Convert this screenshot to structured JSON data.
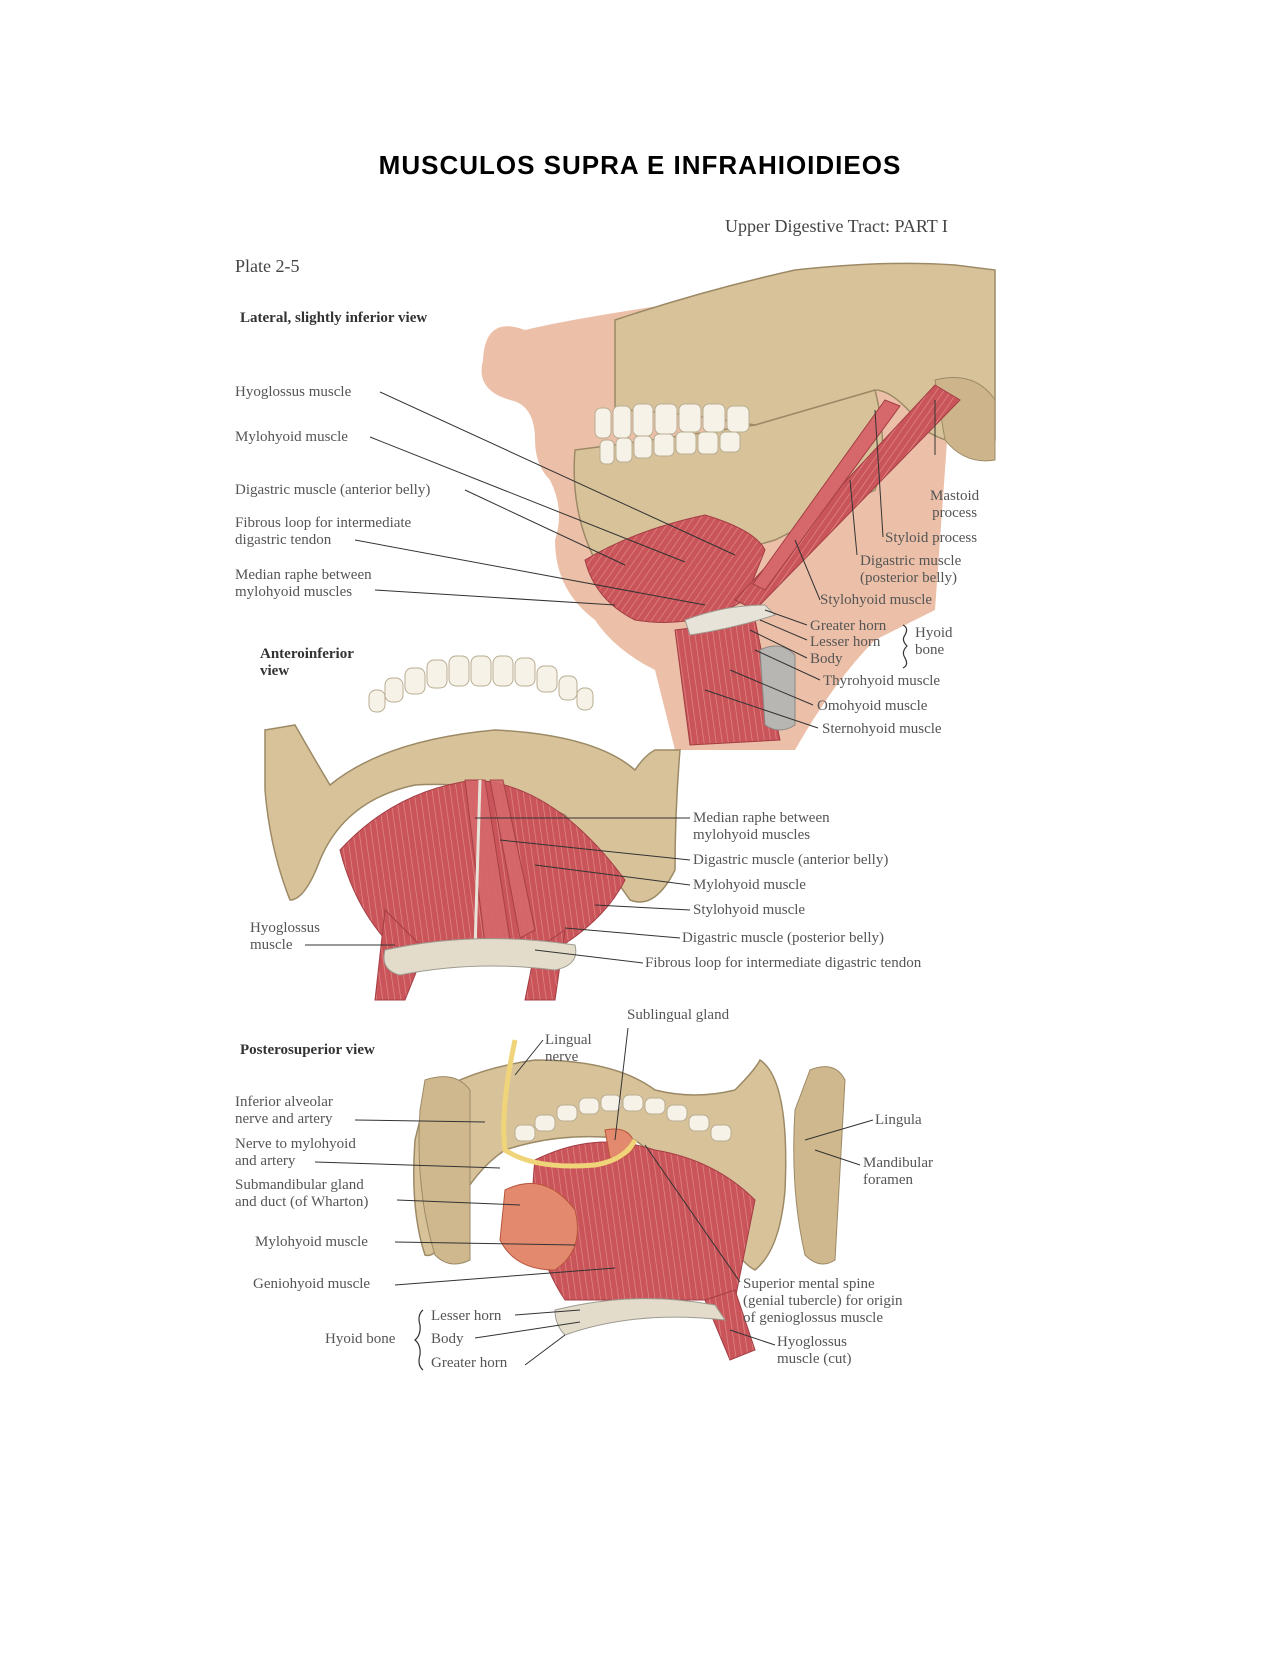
{
  "document": {
    "title": "MUSCULOS SUPRA E INFRAHIOIDIEOS"
  },
  "plate": {
    "series": "Upper Digestive Tract: PART I",
    "number": "Plate 2-5",
    "colors": {
      "muscle": "#c9545a",
      "bone": "#d8c29a",
      "skin": "#ecc0a8",
      "tooth": "#f6f2e8",
      "gland": "#e38a6e",
      "nerve": "#f0d47a"
    }
  },
  "lateral": {
    "title": "Lateral, slightly inferior view",
    "left_labels": [
      "Hyoglossus muscle",
      "Mylohyoid muscle",
      "Digastric muscle (anterior belly)",
      "Fibrous loop for intermediate\ndigastric tendon",
      "Median raphe between\nmylohyoid muscles"
    ],
    "right_labels": [
      "Mastoid\nprocess",
      "Styloid process",
      "Digastric muscle\n(posterior belly)",
      "Stylohyoid muscle",
      "Greater horn",
      "Lesser horn",
      "Body",
      "Hyoid\nbone",
      "Thyrohyoid muscle",
      "Omohyoid muscle",
      "Sternohyoid muscle"
    ]
  },
  "anteroinferior": {
    "title": "Anteroinferior\nview",
    "labels": [
      "Median raphe between\nmylohyoid muscles",
      "Digastric muscle (anterior belly)",
      "Mylohyoid muscle",
      "Stylohyoid muscle",
      "Digastric muscle (posterior belly)",
      "Fibrous loop for intermediate digastric tendon",
      "Hyoglossus\nmuscle"
    ]
  },
  "posterosuperior": {
    "title": "Posterosuperior view",
    "labels": [
      "Sublingual gland",
      "Lingual\nnerve",
      "Inferior alveolar\nnerve and artery",
      "Nerve to mylohyoid\nand artery",
      "Submandibular gland\nand duct (of Wharton)",
      "Mylohyoid muscle",
      "Geniohyoid muscle",
      "Lingula",
      "Mandibular\nforamen",
      "Superior mental spine\n(genial tubercle) for origin\nof genioglossus muscle",
      "Hyoglossus\nmuscle (cut)",
      "Lesser horn",
      "Body",
      "Greater horn",
      "Hyoid bone"
    ]
  }
}
